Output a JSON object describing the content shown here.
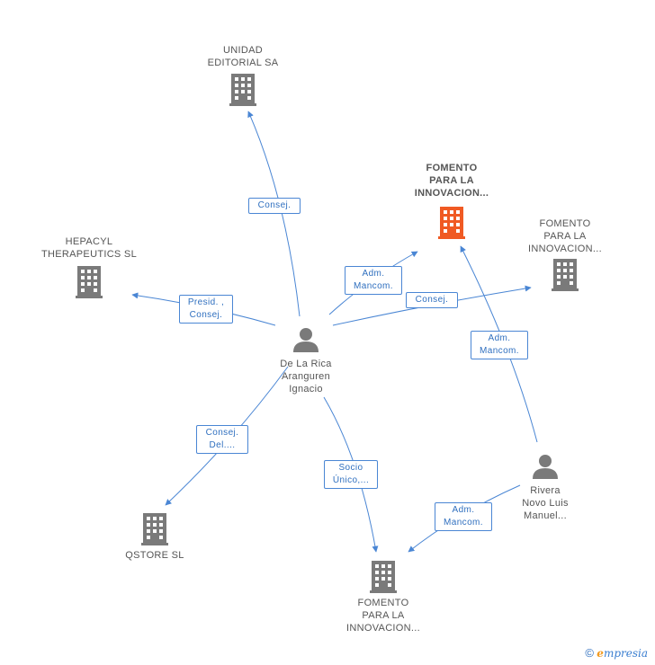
{
  "colors": {
    "edge": "#4a86d4",
    "company_icon": "#7a7a7a",
    "company_icon_focus": "#f05a23",
    "person_icon": "#7a7a7a",
    "label_text": "#555555",
    "relation_text": "#2f6fbf"
  },
  "nodes": {
    "unidad_editorial": {
      "lines": [
        "UNIDAD",
        "EDITORIAL SA"
      ],
      "icon": "building-icon"
    },
    "fomento_focus": {
      "lines": [
        "FOMENTO",
        "PARA LA",
        "INNOVACION..."
      ],
      "icon": "building-icon"
    },
    "fomento_right": {
      "lines": [
        "FOMENTO",
        "PARA LA",
        "INNOVACION..."
      ],
      "icon": "building-icon"
    },
    "hepacyl": {
      "lines": [
        "HEPACYL",
        "THERAPEUTICS SL"
      ],
      "icon": "building-icon"
    },
    "de_la_rica": {
      "lines": [
        "De La Rica",
        "Aranguren",
        "Ignacio"
      ],
      "icon": "person-icon"
    },
    "rivera": {
      "lines": [
        "Rivera",
        "Novo Luis",
        "Manuel..."
      ],
      "icon": "person-icon"
    },
    "qstore": {
      "lines": [
        "QSTORE SL"
      ],
      "icon": "building-icon"
    },
    "fomento_bottom": {
      "lines": [
        "FOMENTO",
        "PARA LA",
        "INNOVACION..."
      ],
      "icon": "building-icon"
    }
  },
  "relations": {
    "consej_unidad": [
      "Consej."
    ],
    "adm_mancom_focus": [
      "Adm.",
      "Mancom."
    ],
    "consej_fomento_right": [
      "Consej."
    ],
    "presid_consej": [
      "Presid. ,",
      "Consej."
    ],
    "adm_mancom_rivera_focus": [
      "Adm.",
      "Mancom."
    ],
    "consej_del_qstore": [
      "Consej.",
      "Del...."
    ],
    "socio_unico": [
      "Socio",
      "Único,..."
    ],
    "adm_mancom_rivera_bottom": [
      "Adm.",
      "Mancom."
    ]
  },
  "brand": {
    "copyright": "©",
    "name_initial": "e",
    "name_rest": "mpresia"
  }
}
